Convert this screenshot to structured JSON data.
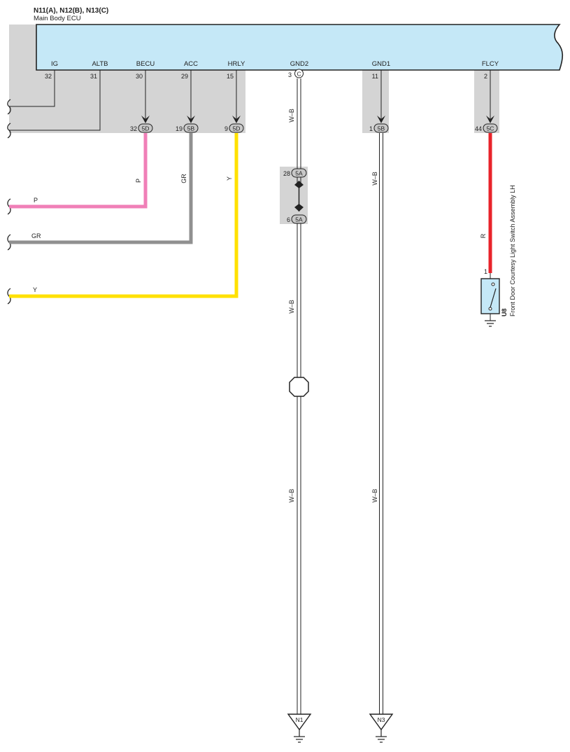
{
  "header": {
    "connectors": "N11(A), N12(B), N13(C)",
    "ecu_name": "Main Body ECU"
  },
  "ecu_pins": [
    {
      "name": "IG",
      "pin": "32"
    },
    {
      "name": "ALTB",
      "pin": "31"
    },
    {
      "name": "BECU",
      "pin": "30"
    },
    {
      "name": "ACC",
      "pin": "29"
    },
    {
      "name": "HRLY",
      "pin": "15"
    },
    {
      "name": "GND2",
      "pin": "3",
      "conn": "C"
    },
    {
      "name": "GND1",
      "pin": "11"
    },
    {
      "name": "FLCY",
      "pin": "2"
    }
  ],
  "junctions": [
    {
      "pin": "32",
      "conn": "5D"
    },
    {
      "pin": "19",
      "conn": "5B"
    },
    {
      "pin": "9",
      "conn": "5D"
    },
    {
      "pin": "1",
      "conn": "5B"
    },
    {
      "pin": "44",
      "conn": "5C"
    },
    {
      "pin": "28",
      "conn": "5A"
    },
    {
      "pin": "6",
      "conn": "5A"
    }
  ],
  "wire_colors": {
    "becu": "P",
    "acc": "GR",
    "hrly": "Y",
    "gnd2_a": "W–B",
    "gnd2_b": "W–B",
    "gnd2_c": "W–B",
    "gnd1_a": "W–B",
    "gnd1_b": "W–B",
    "flcy": "R"
  },
  "left_labels": {
    "p": "P",
    "gr": "GR",
    "y": "Y"
  },
  "switch": {
    "pin": "1",
    "id": "U8",
    "name": "Front Door Courtesy Light Switch Assembly LH"
  },
  "grounds": [
    {
      "label": "N1"
    },
    {
      "label": "N3"
    }
  ],
  "colors": {
    "ecu_fill": "#c5e8f7",
    "connector_shade": "#d4d4d4",
    "pink": "#f07fb7",
    "gray": "#909090",
    "yellow": "#ffe100",
    "red": "#e8232a"
  }
}
